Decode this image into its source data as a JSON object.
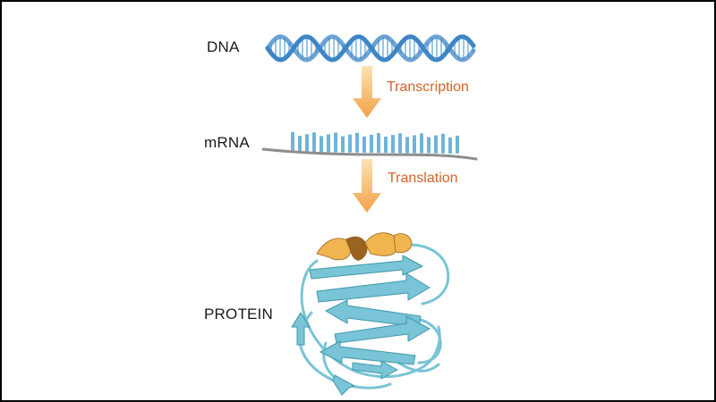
{
  "labels": {
    "dna": "DNA",
    "mrna": "mRNA",
    "protein": "PROTEIN"
  },
  "steps": {
    "transcription": "Transcription",
    "translation": "Translation"
  },
  "colors": {
    "dna_strand": "#3d86c6",
    "dna_rung": "#9cc6e6",
    "mrna_backbone": "#8d8d8d",
    "mrna_bases": "#6fb3d8",
    "arrow_light": "#fde1b2",
    "arrow_dark": "#f2a247",
    "step_text": "#d4622a",
    "protein_body": "#79c4d6",
    "protein_edge": "#3e97ad",
    "protein_helix": "#f0b54e",
    "protein_helix_dark": "#9a6420"
  },
  "icons": {
    "dna": "dna-double-helix-icon",
    "mrna": "mrna-strand-icon",
    "protein": "protein-ribbon-icon",
    "arrow": "down-arrow-icon"
  }
}
